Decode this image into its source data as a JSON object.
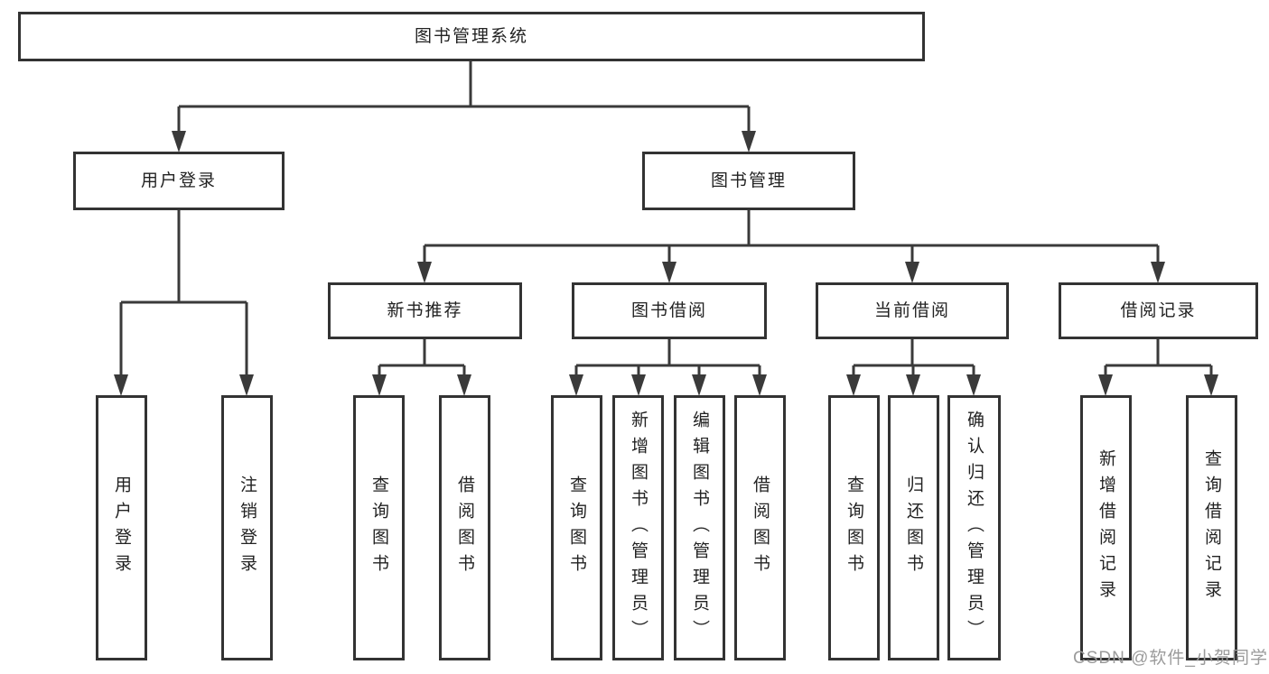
{
  "diagram": {
    "root": {
      "label": "图书管理系统"
    },
    "branches": [
      {
        "label": "用户登录",
        "children": [
          "用户登录",
          "注销登录"
        ]
      },
      {
        "label": "图书管理",
        "children": [
          {
            "label": "新书推荐",
            "children": [
              "查询图书",
              "借阅图书"
            ]
          },
          {
            "label": "图书借阅",
            "children": [
              "查询图书",
              "新增图书（管理员）",
              "编辑图书（管理员）",
              "借阅图书"
            ]
          },
          {
            "label": "当前借阅",
            "children": [
              "查询图书",
              "归还图书",
              "确认归还（管理员）"
            ]
          },
          {
            "label": "借阅记录",
            "children": [
              "新增借阅记录",
              "查询借阅记录"
            ]
          }
        ]
      }
    ],
    "colors": {
      "line": "#3a3a3a",
      "box_border": "#333333",
      "box_fill": "#ffffff",
      "text": "#222222"
    }
  },
  "watermark": {
    "text": "CSDN @软件_小贺同学",
    "color": "#9b9b9b"
  }
}
